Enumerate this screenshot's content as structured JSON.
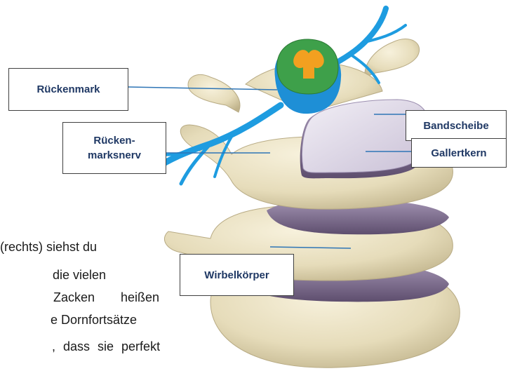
{
  "labels": {
    "rueckenmark": "Rückenmark",
    "rueckenmarksnerv_line1": "Rücken-",
    "rueckenmarksnerv_line2": "marksnerv",
    "bandscheibe": "Bandscheibe",
    "gallertkern": "Gallertkern",
    "wirbelkoerper": "Wirbelkörper"
  },
  "body_text": [
    "(rechts) siehst du",
    "die vielen",
    "Zacken heißen",
    "e Dornfortsätze",
    ", dass sie perfekt"
  ],
  "colors": {
    "label_text": "#1F3864",
    "leader_line": "#2E75B6",
    "bone": "#E8DFC0",
    "disc": "#D9D2E3",
    "nerve": "#1E9CE0",
    "spinal_cord_green": "#3EA04A",
    "spinal_cord_orange": "#F2A020"
  }
}
